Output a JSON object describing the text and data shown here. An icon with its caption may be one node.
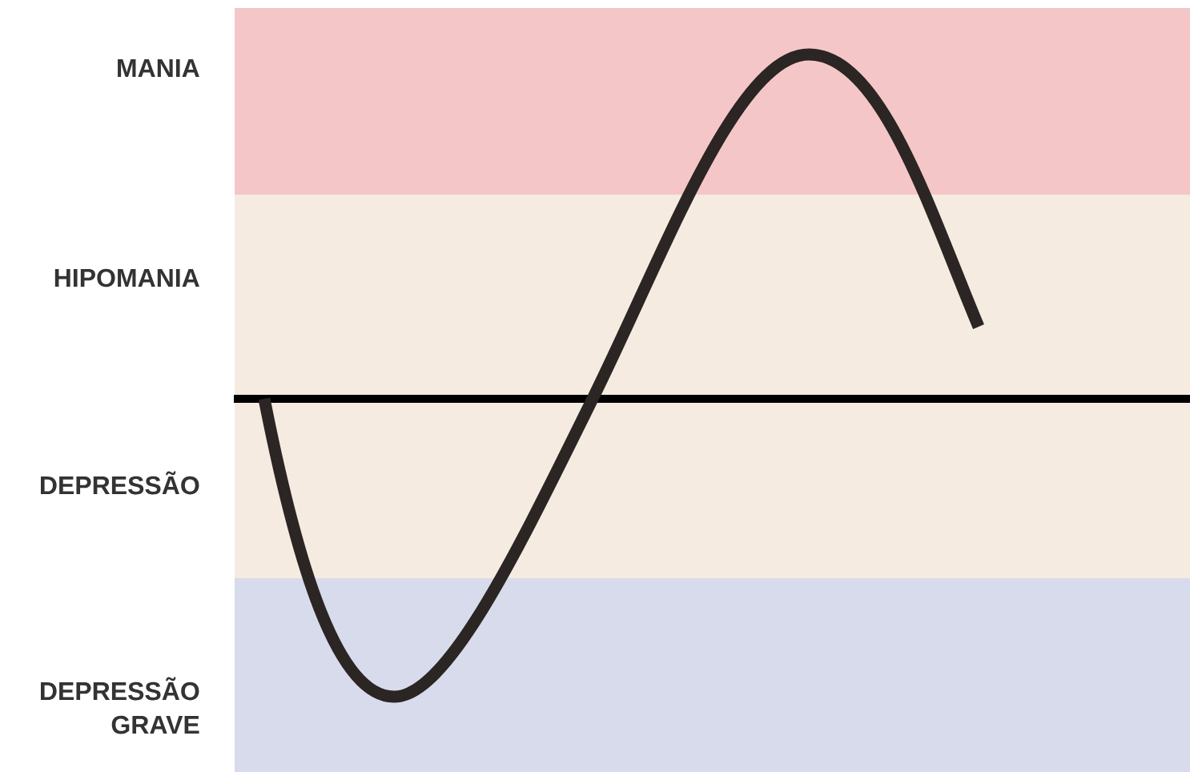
{
  "diagram": {
    "labels": [
      "MANIA",
      "HIPOMANIA",
      "DEPRESSÃO",
      "DEPRESSÃO GRAVE"
    ]
  }
}
